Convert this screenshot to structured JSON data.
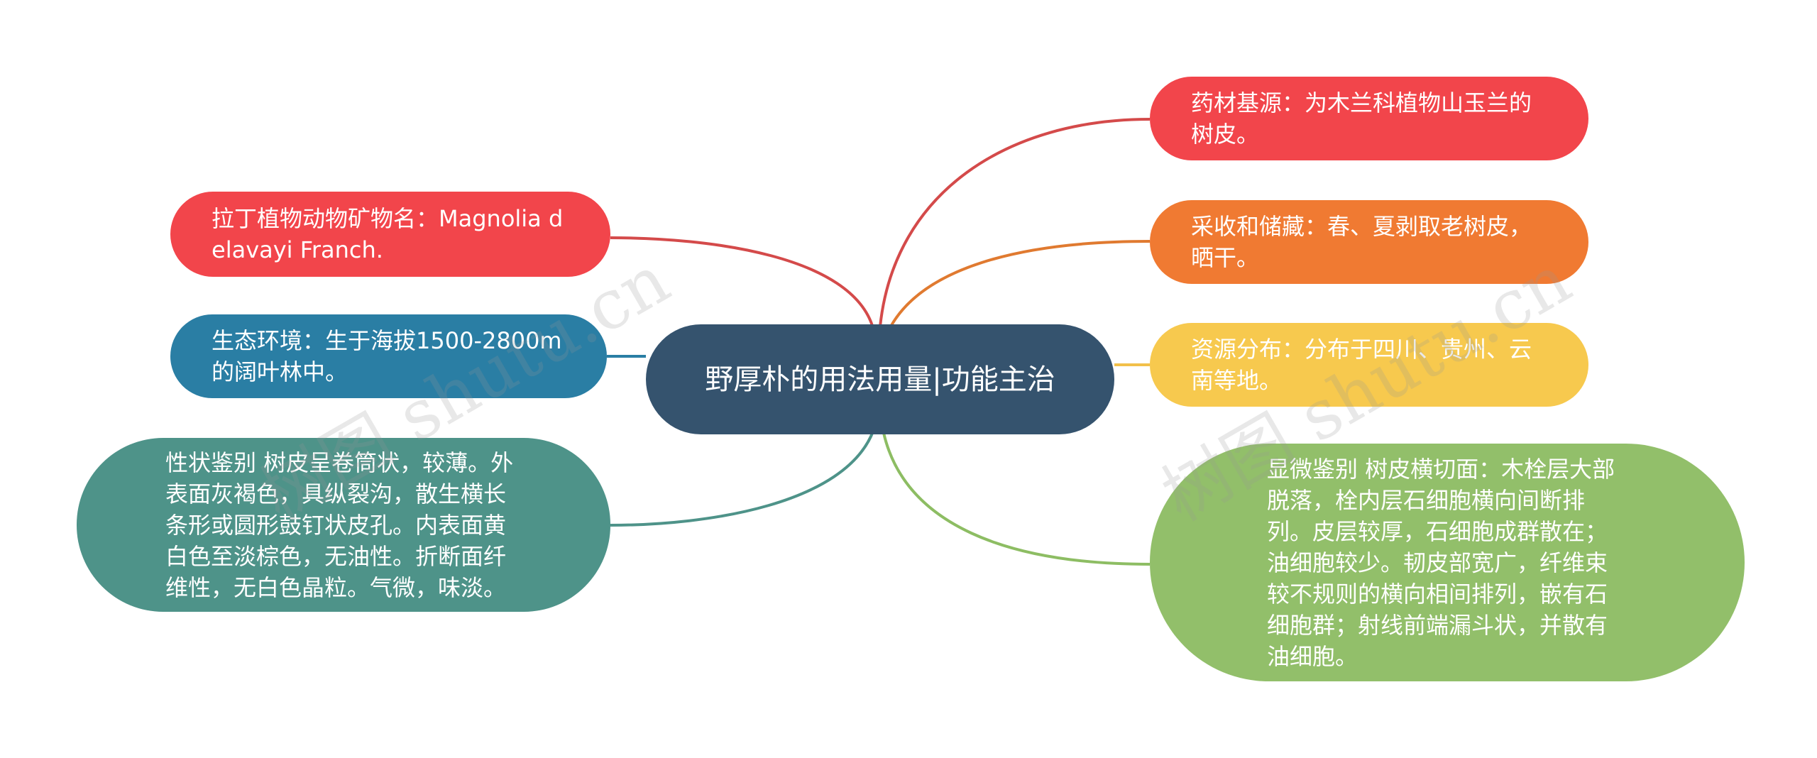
{
  "center": {
    "text": "野厚朴的用法用量|功能主治",
    "color": "#35536e"
  },
  "left_nodes": [
    {
      "text": "拉丁植物动物矿物名：Magnolia delavayi Franch.",
      "color": "#f2454b",
      "line_color": "#d44a4a"
    },
    {
      "text": "生态环境：生于海拔1500-2800m的阔叶林中。",
      "color": "#2a7ea4",
      "line_color": "#2a7ea4"
    },
    {
      "text": "性状鉴别 树皮呈卷筒状，较薄。外表面灰褐色，具纵裂沟，散生横长条形或圆形鼓钉状皮孔。内表面黄白色至淡棕色，无油性。折断面纤维性，无白色晶粒。气微，味淡。",
      "color": "#4e9389",
      "line_color": "#4e9389"
    }
  ],
  "right_nodes": [
    {
      "text": "药材基源：为木兰科植物山玉兰的树皮。",
      "color": "#f2454b",
      "line_color": "#d44a4a"
    },
    {
      "text": "采收和储藏：春、夏剥取老树皮，晒干。",
      "color": "#f07a32",
      "line_color": "#e07a30"
    },
    {
      "text": "资源分布：分布于四川、贵州、云南等地。",
      "color": "#f7c94e",
      "line_color": "#f2c04a"
    },
    {
      "text": "显微鉴别 树皮横切面：木栓层大部脱落，栓内层石细胞横向间断排列。皮层较厚，石细胞成群散在；油细胞较少。韧皮部宽广，纤维束较不规则的横向相间排列，嵌有石细胞群；射线前端漏斗状，并散有油细胞。",
      "color": "#92bf6a",
      "line_color": "#8dbd63"
    }
  ],
  "watermarks": [
    "树图 shutu.cn",
    "树图 shutu.cn"
  ]
}
